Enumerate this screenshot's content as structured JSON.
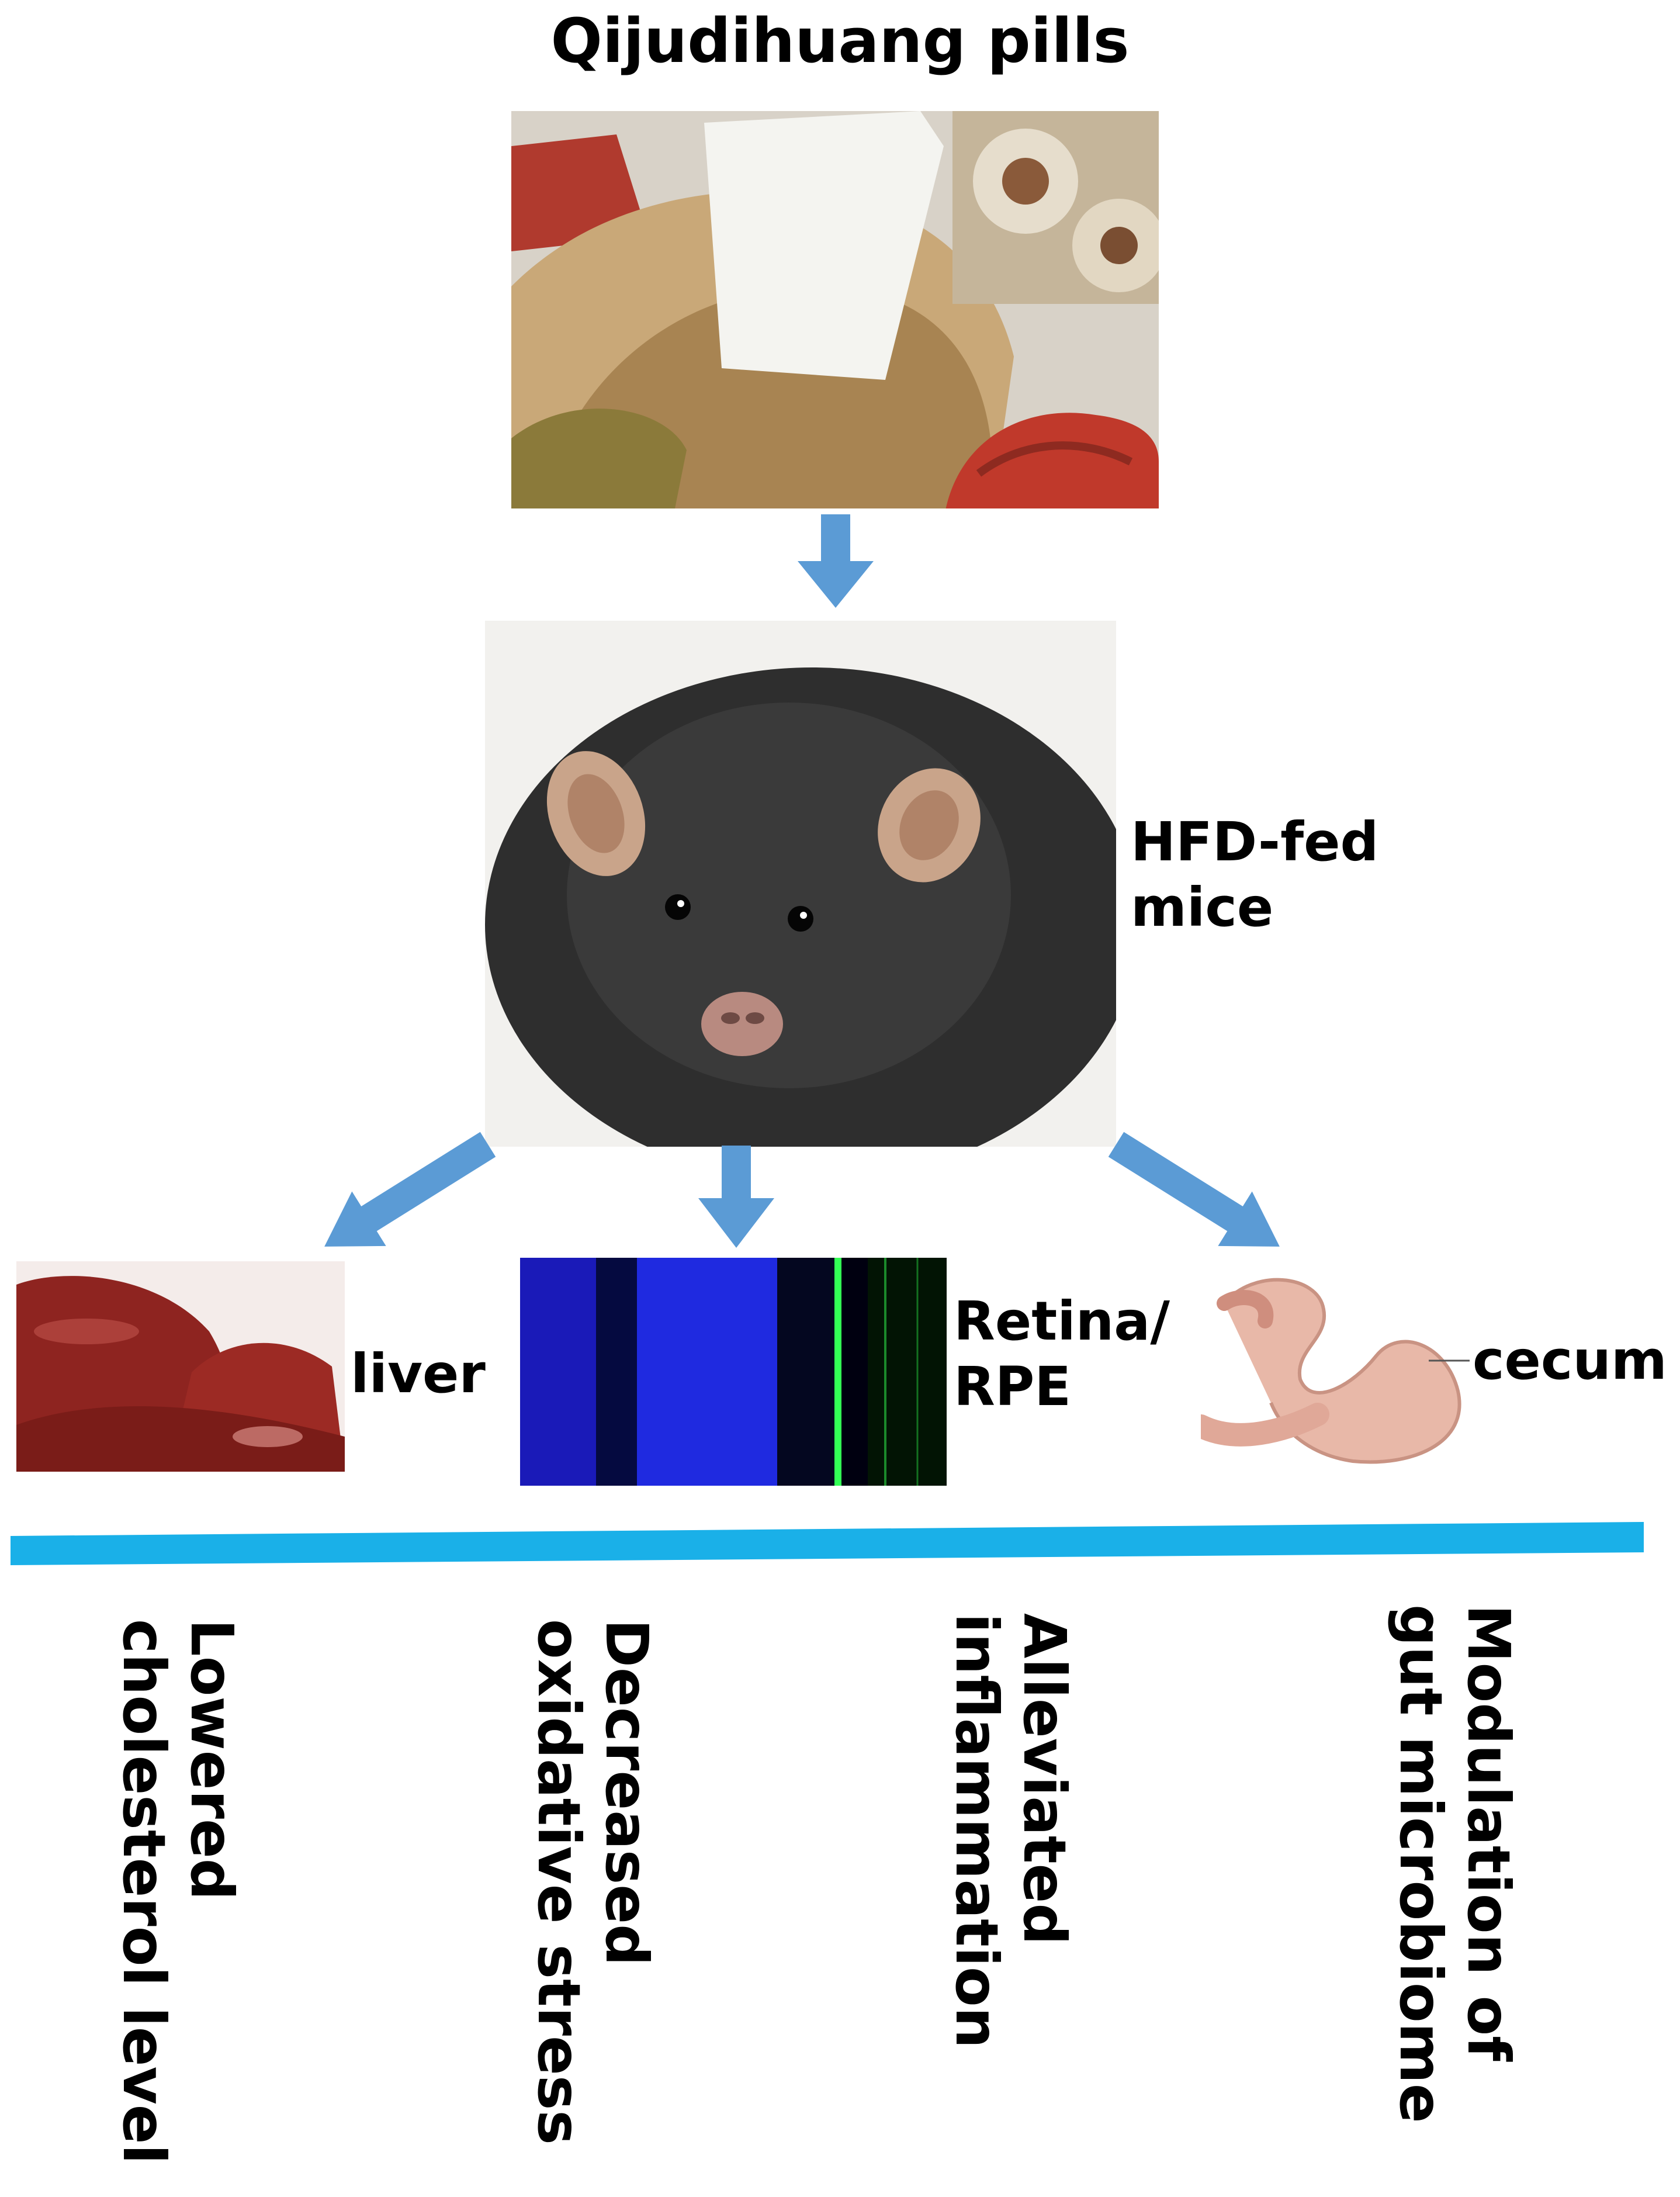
{
  "title": "Qijudihuang pills",
  "mice_label": [
    "HFD-fed",
    "mice"
  ],
  "organs": {
    "liver": "liver",
    "retina": [
      "Retina/",
      "RPE"
    ],
    "cecum": "cecum"
  },
  "outcomes": [
    [
      "Lowered",
      "cholesterol level"
    ],
    [
      "Decreased",
      "oxidative stress"
    ],
    [
      "Alleviated",
      "inflammation"
    ],
    [
      "Modulation of",
      "gut microbiome"
    ]
  ],
  "colors": {
    "arrow": "#5b9bd5",
    "divider": "#1ab0e8"
  },
  "icons": [
    "herbal-ingredients-photo",
    "obese-mouse-photo",
    "liver-photo",
    "retina-micrograph",
    "cecum-illustration"
  ]
}
